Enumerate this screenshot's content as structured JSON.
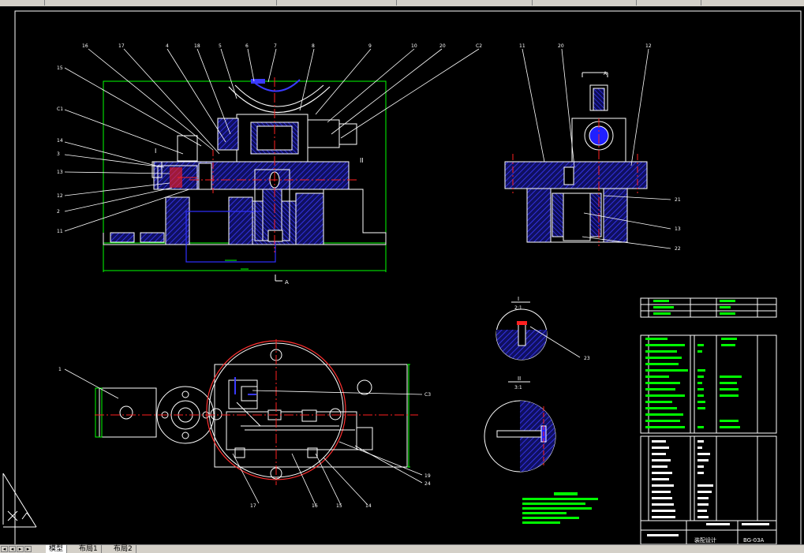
{
  "title_bar": {
    "caption": ""
  },
  "layout_tabs": [
    {
      "label": "模型",
      "active": true
    },
    {
      "label": "布局1",
      "active": false
    },
    {
      "label": "布局2",
      "active": false
    }
  ],
  "drawing": {
    "views": {
      "section_marker_top": "A",
      "section_marker_front": "A",
      "detail_1_label": "I",
      "detail_1_scale": "2:1",
      "detail_2_label": "II",
      "detail_2_scale": "3:1",
      "section_ref_front": "II",
      "section_ref_front_left": "I"
    },
    "balloons_front": [
      "16",
      "17",
      "4",
      "18",
      "5",
      "6",
      "7",
      "8",
      "9",
      "10",
      "20",
      "C2",
      "15",
      "C1",
      "14",
      "3",
      "13",
      "12",
      "2",
      "11"
    ],
    "balloons_side": [
      "11",
      "20",
      "12",
      "21",
      "13",
      "22"
    ],
    "balloons_top": [
      "1",
      "C3",
      "19",
      "24",
      "17",
      "16",
      "15",
      "14"
    ],
    "title_block": {
      "caption": "装配设计",
      "drawing_no": "BG-03A"
    }
  },
  "colors": {
    "background": "#000000",
    "outline": "#ffffff",
    "hatch": "#2020ff",
    "centerline": "#ff2020",
    "dimension": "#00ff00",
    "leader": "#ffffff",
    "annotation_text": "#00ff00"
  }
}
